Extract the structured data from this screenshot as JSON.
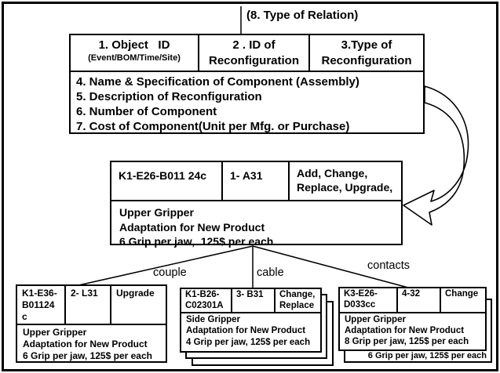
{
  "figure": {
    "top_label": "(8. Type of Relation)",
    "header": {
      "col1_line1": "1. Object   ID",
      "col1_line2": "(Event/BOM/Time/Site)",
      "col2_line1": "2 . ID of",
      "col2_line2": "Reconfiguration",
      "col3_line1": "3.Type of",
      "col3_line2": "Reconfiguration"
    },
    "attributes": [
      "4. Name & Specification of Component (Assembly)",
      "5. Description  of Reconfiguration",
      "6. Number of Component",
      "7. Cost of Component(Unit per Mfg. or Purchase)"
    ],
    "parent": {
      "object_id": "K1-E26-B011 24c",
      "reconfig_id": "1- A31",
      "reconfig_type": "Add, Change, Replace, Upgrade,",
      "details": [
        "Upper Gripper",
        "Adaptation for New Product",
        "6 Grip per jaw,  125$ per each"
      ]
    },
    "branches": {
      "left": "couple",
      "middle": "cable",
      "right": "contacts"
    },
    "children": [
      {
        "object_id": "K1-E36-B01124 c",
        "reconfig_id": "2- L31",
        "reconfig_type": "Upgrade",
        "details": [
          "Upper Gripper",
          "Adaptation for New Product",
          "6 Grip per jaw,  125$ per each"
        ]
      },
      {
        "object_id": "K1-B26-C02301A",
        "reconfig_id": "3- B31",
        "reconfig_type": "Change, Replace",
        "details": [
          "Side Gripper",
          "Adaptation for New Product",
          "4 Grip per jaw,  125$ per each"
        ]
      },
      {
        "object_id": "K3-E26-D033cc",
        "reconfig_id": "4-32",
        "reconfig_type": "Change",
        "details": [
          "Upper Gripper",
          "Adaptation for New Product",
          "8 Grip per jaw,  125$ per each"
        ],
        "stacked_detail": "6 Grip per jaw,  125$ per each"
      }
    ]
  }
}
